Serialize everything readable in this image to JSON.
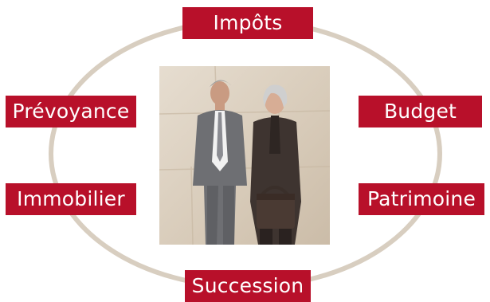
{
  "colors": {
    "label_bg": "#b8102a",
    "label_text": "#ffffff",
    "ring": "#d8cec0",
    "photo_wall": "#ddd2c2"
  },
  "labels": {
    "top": "Impôts",
    "left_upper": "Prévoyance",
    "right_upper": "Budget",
    "left_lower": "Immobilier",
    "right_lower": "Patrimoine",
    "bottom": "Succession"
  },
  "center_image": {
    "subject": "senior couple photograph"
  }
}
